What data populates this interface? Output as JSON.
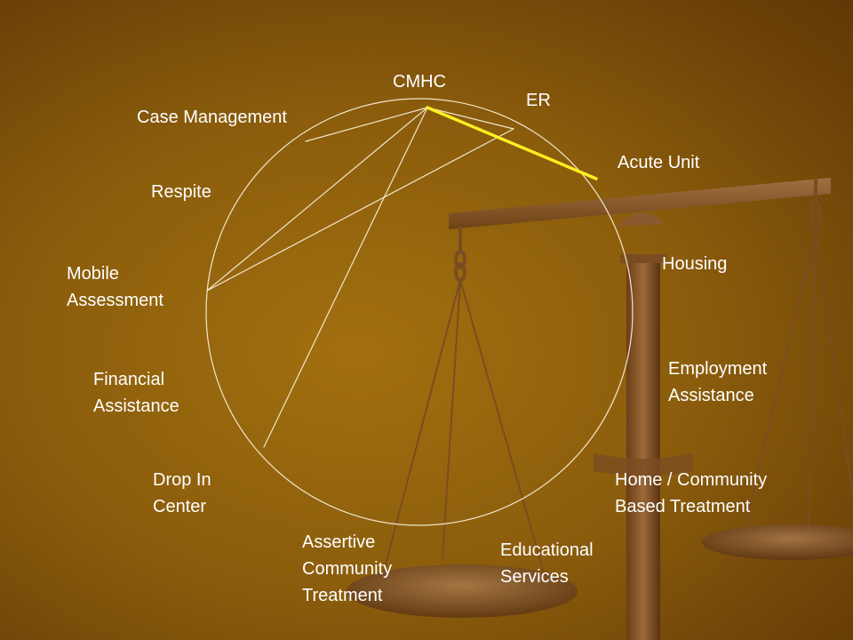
{
  "diagram": {
    "nodes": [
      {
        "id": "cmhc",
        "lines": [
          "CMHC"
        ]
      },
      {
        "id": "er",
        "lines": [
          "ER"
        ]
      },
      {
        "id": "acute-unit",
        "lines": [
          "Acute Unit"
        ]
      },
      {
        "id": "case-management",
        "lines": [
          "Case Management"
        ]
      },
      {
        "id": "respite",
        "lines": [
          "Respite"
        ]
      },
      {
        "id": "mobile-assessment",
        "lines": [
          "Mobile",
          "Assessment"
        ]
      },
      {
        "id": "housing",
        "lines": [
          "Housing"
        ]
      },
      {
        "id": "financial-assistance",
        "lines": [
          "Financial",
          "Assistance"
        ]
      },
      {
        "id": "employment-assistance",
        "lines": [
          "Employment",
          "Assistance"
        ]
      },
      {
        "id": "drop-in-center",
        "lines": [
          "Drop In",
          "Center"
        ]
      },
      {
        "id": "home-community",
        "lines": [
          "Home / Community",
          "Based Treatment"
        ]
      },
      {
        "id": "act",
        "lines": [
          "Assertive",
          "Community",
          "Treatment"
        ]
      },
      {
        "id": "educational-services",
        "lines": [
          "Educational",
          "Services"
        ]
      }
    ],
    "edges": [
      {
        "from": "cmhc",
        "to": "case-management",
        "highlight": false
      },
      {
        "from": "cmhc",
        "to": "mobile-assessment",
        "highlight": false
      },
      {
        "from": "cmhc",
        "to": "drop-in-center",
        "highlight": false
      },
      {
        "from": "cmhc",
        "to": "er",
        "highlight": false
      },
      {
        "from": "er",
        "to": "mobile-assessment",
        "highlight": false
      },
      {
        "from": "cmhc",
        "to": "acute-unit",
        "highlight": true
      }
    ],
    "colors": {
      "text": "#ffffff",
      "circle": "#f2e6cc",
      "edge": "#f2e6cc",
      "highlight_edge": "#ffee22",
      "background": "#8a5c0c"
    }
  }
}
